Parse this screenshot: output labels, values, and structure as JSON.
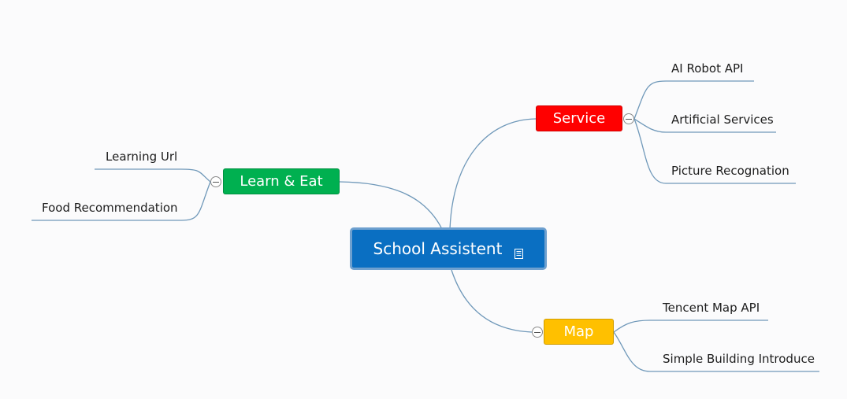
{
  "mindmap": {
    "central": {
      "label": "School Assistent",
      "color": "#0a6fc2",
      "icon": "note-icon"
    },
    "branches": {
      "service": {
        "label": "Service",
        "color": "#ff0000",
        "children": [
          "AI Robot API",
          "Artificial Services",
          "Picture Recognation"
        ]
      },
      "learn": {
        "label": "Learn & Eat",
        "color": "#00b050",
        "children": [
          "Learning Url",
          "Food Recommendation"
        ]
      },
      "map": {
        "label": "Map",
        "color": "#ffc000",
        "children": [
          "Tencent Map API",
          "Simple Building Introduce"
        ]
      }
    },
    "connector_color": "#6f98b9",
    "collapse_icon": "minus-circle-icon"
  }
}
